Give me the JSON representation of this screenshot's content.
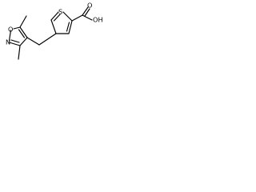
{
  "molecule": {
    "labels": {
      "oxygen_isoxazole": "O",
      "nitrogen_isoxazole": "N",
      "sulfur_thiophene": "S",
      "carboxyl_carbonyl_oxygen": "O",
      "carboxyl_hydroxyl": "OH"
    }
  }
}
